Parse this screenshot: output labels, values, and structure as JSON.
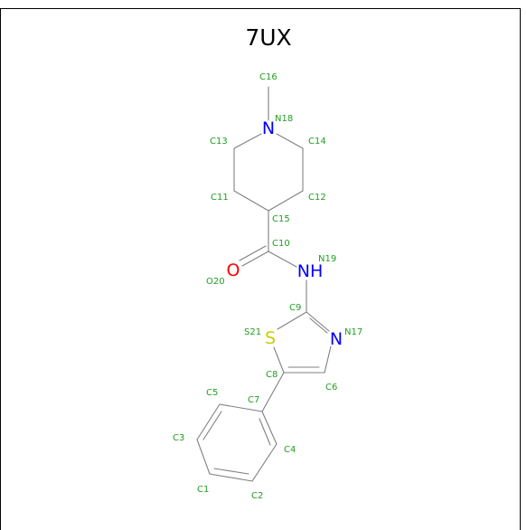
{
  "viewer": {
    "title": "7UX",
    "border_color": "#000000",
    "background": "#ffffff"
  },
  "colors": {
    "bond": "#808080",
    "carbon_label": "#1f9e1f",
    "nitrogen": "#0000ff",
    "oxygen": "#ff0000",
    "sulfur": "#cccc00"
  },
  "molecule": {
    "element_symbols": {
      "N18": "N",
      "NH19": "NH",
      "O20": "O",
      "S21": "S",
      "N17": "N"
    },
    "atom_labels": {
      "C16": "C16",
      "N18": "N18",
      "C13": "C13",
      "C14": "C14",
      "C11": "C11",
      "C12": "C12",
      "C15": "C15",
      "C10": "C10",
      "N19": "N19",
      "O20": "O20",
      "C9": "C9",
      "S21": "S21",
      "N17": "N17",
      "C8": "C8",
      "C6": "C6",
      "C7": "C7",
      "C5": "C5",
      "C4": "C4",
      "C3": "C3",
      "C1": "C1",
      "C2": "C2"
    }
  }
}
